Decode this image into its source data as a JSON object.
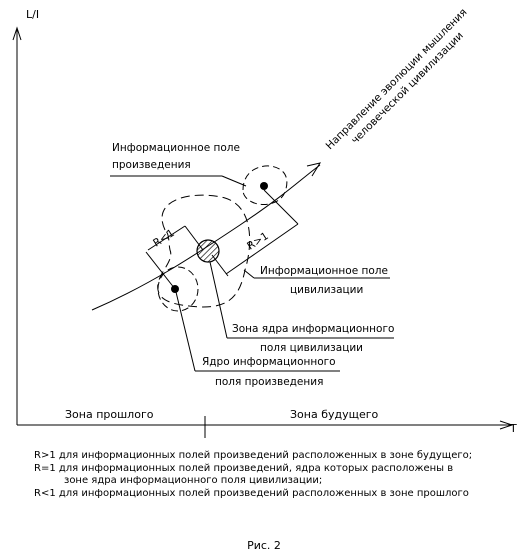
{
  "axes": {
    "y_label": "L/I",
    "x_label": "T",
    "zone_past": "Зона прошлого",
    "zone_future": "Зона будущего"
  },
  "labels": {
    "evolution_line1": "Направление эволюции мышления",
    "evolution_line2": "человеческой цивилизации",
    "field_of_work_line1": "Информационное поле",
    "field_of_work_line2": "произведения",
    "r_less": "R<1",
    "r_more": "R>1",
    "civ_field_line1": "Информационное поле",
    "civ_field_line2": "цивилизации",
    "core_zone_line1": "Зона ядра информационного",
    "core_zone_line2": "поля цивилизации",
    "work_core_line1": "Ядро информационного",
    "work_core_line2": "поля произведения"
  },
  "legend": {
    "line1": "R>1 для информационных полей произведений расположенных в зоне будущего;",
    "line2": "R=1 для информационных полей произведений, ядра которых расположены в",
    "line3": "зоне ядра информационного поля цивилизации;",
    "line4": "R<1 для информационных полей произведений расположенных в зоне прошлого"
  },
  "caption": "Рис. 2"
}
